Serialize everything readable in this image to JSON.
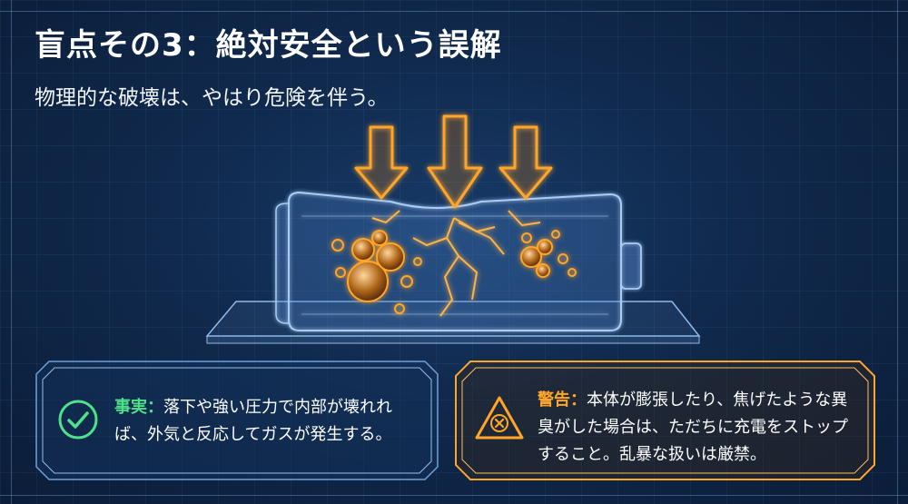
{
  "header": {
    "title": "盲点その3：絶対安全という誤解",
    "subtitle": "物理的な破壊は、やはり危険を伴う。"
  },
  "fact_card": {
    "label": "事実：",
    "text": "落下や強い圧力で内部が壊れれば、外気と反応してガスが発生する。"
  },
  "warning_card": {
    "label": "警告：",
    "text": "本体が膨張したり、焦げたような異臭がした場合は、ただちに充電をストップすること。乱暴な扱いは厳禁。"
  },
  "icons": {
    "fact": "check-circle-icon",
    "warning": "warning-triangle-icon",
    "pressure": "down-arrow-icon"
  },
  "colors": {
    "background": "#10294c",
    "fact_accent": "#4fe08a",
    "warning_accent": "#ffa629",
    "frame_blue": "#7fb2ee"
  }
}
